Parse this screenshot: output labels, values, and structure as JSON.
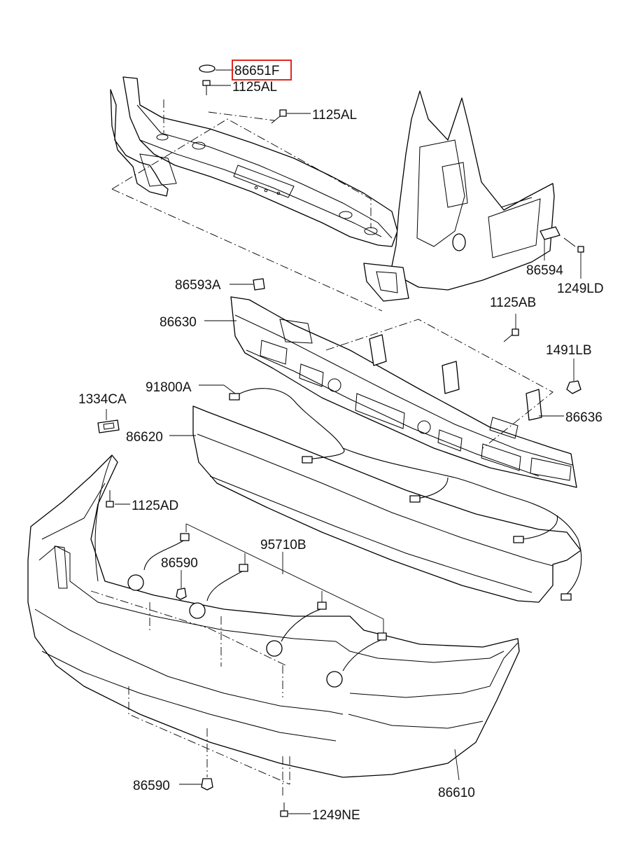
{
  "labels": {
    "p86651F": "86651F",
    "p1125AL_a": "1125AL",
    "p1125AL_b": "1125AL",
    "p86594": "86594",
    "p1249LD": "1249LD",
    "p86593A": "86593A",
    "p86630": "86630",
    "p1125AB": "1125AB",
    "p1491LB": "1491LB",
    "p91800A": "91800A",
    "p1334CA": "1334CA",
    "p86620": "86620",
    "p86636": "86636",
    "p1125AD": "1125AD",
    "p95710B": "95710B",
    "p86590_a": "86590",
    "p86590_b": "86590",
    "p86610": "86610",
    "p1249NE": "1249NE"
  },
  "highlight_color": "#e0281f"
}
